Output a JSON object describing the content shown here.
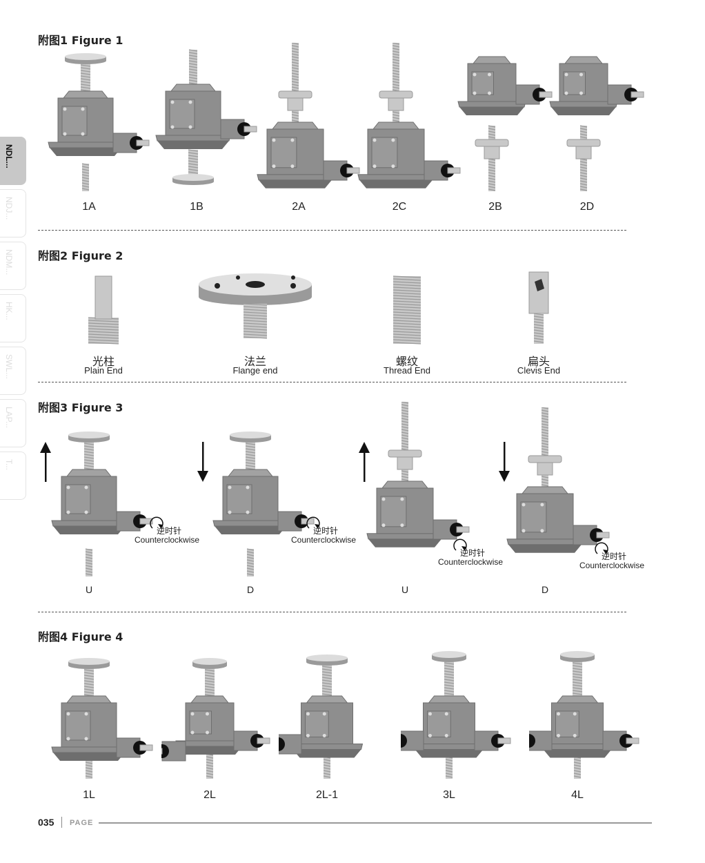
{
  "side_tabs": [
    {
      "label": "NDL...",
      "active": true
    },
    {
      "label": "NDJ..."
    },
    {
      "label": "NDM..."
    },
    {
      "label": "HK..."
    },
    {
      "label": "SWL..."
    },
    {
      "label": "LAP..."
    },
    {
      "label": "T..."
    }
  ],
  "figure1": {
    "title": "附图1 Figure 1",
    "items": [
      {
        "label": "1A",
        "variant": "flange-up"
      },
      {
        "label": "1B",
        "variant": "flange-down"
      },
      {
        "label": "2A",
        "variant": "nut-up"
      },
      {
        "label": "2C",
        "variant": "nut-up"
      },
      {
        "label": "2B",
        "variant": "nut-down"
      },
      {
        "label": "2D",
        "variant": "nut-down"
      }
    ]
  },
  "figure2": {
    "title": "附图2 Figure 2",
    "items": [
      {
        "cn": "光柱",
        "en": "Plain End"
      },
      {
        "cn": "法兰",
        "en": "Flange end"
      },
      {
        "cn": "螺纹",
        "en": "Thread End"
      },
      {
        "cn": "扁头",
        "en": "Clevis End"
      }
    ]
  },
  "figure3": {
    "title": "附图3 Figure 3",
    "rotation_cn": "逆时针",
    "rotation_en": "Counterclockwise",
    "items": [
      {
        "label": "U",
        "direction": "up"
      },
      {
        "label": "D",
        "direction": "down"
      },
      {
        "label": "U",
        "direction": "up"
      },
      {
        "label": "D",
        "direction": "down"
      }
    ]
  },
  "figure4": {
    "title": "附图4 Figure 4",
    "items": [
      {
        "label": "1L"
      },
      {
        "label": "2L"
      },
      {
        "label": "2L-1"
      },
      {
        "label": "3L"
      },
      {
        "label": "4L"
      }
    ]
  },
  "footer": {
    "page_number": "035",
    "page_label": "PAGE"
  },
  "colors": {
    "body": "#8c8c8c",
    "steel": "#c4c4c4",
    "dark": "#111111"
  }
}
